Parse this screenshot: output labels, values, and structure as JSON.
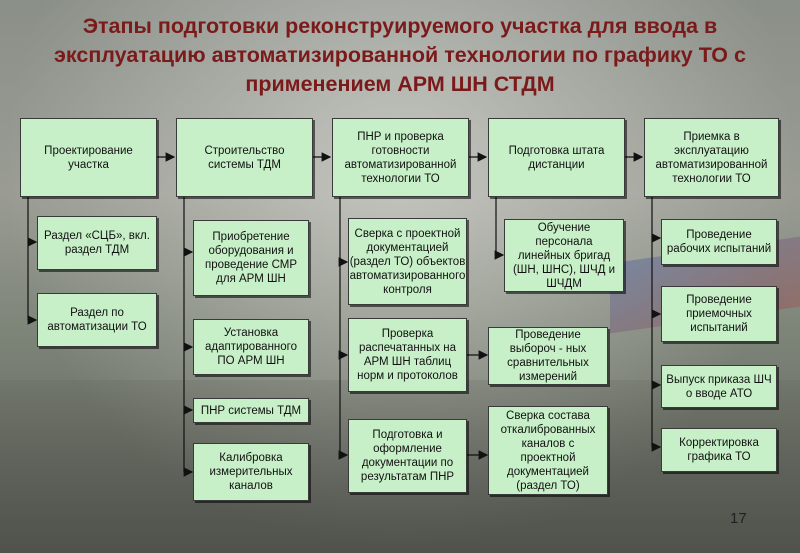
{
  "title": {
    "line1": "Этапы подготовки реконструируемого участка для ввода в",
    "line2": "эксплуатацию автоматизированной технологии по графику ТО с",
    "line3": "применением АРМ ШН СТДМ"
  },
  "stages": {
    "s1": "Проектирование участка",
    "s2": "Строительство системы ТДМ",
    "s3": "ПНР и проверка готовности автоматизированной технологии ТО",
    "s4": "Подготовка штата дистанции",
    "s5": "Приемка в эксплуатацию автоматизированной технологии ТО"
  },
  "col1": {
    "a": "Раздел «СЦБ», вкл. раздел ТДМ",
    "b": "Раздел по автоматизации ТО"
  },
  "col2": {
    "a": "Приобретение оборудования и проведение СМР для АРМ ШН",
    "b": "Установка адаптированного ПО АРМ ШН",
    "c": "ПНР системы ТДМ",
    "d": "Калибровка измерительных каналов"
  },
  "col3": {
    "a": "Сверка с проектной документацией (раздел ТО) объектов автоматизированного контроля",
    "b": "Проверка распечатанных на АРМ ШН таблиц норм и протоколов",
    "c": "Подготовка и оформление документации по результатам ПНР"
  },
  "col4": {
    "a": "Обучение персонала линейных бригад (ШН, ШНС), ШЧД и ШЧДМ",
    "b": "Проведение выбороч - ных сравнительных измерений",
    "c": "Сверка состава откалиброванных каналов с проектной документацией (раздел ТО)"
  },
  "col5": {
    "a": "Проведение рабочих испытаний",
    "b": "Проведение приемочных испытаний",
    "c": "Выпуск приказа ШЧ о вводе АТО",
    "d": "Корректировка графика ТО"
  },
  "page_number": "17",
  "colors": {
    "box_fill": "#c8f0c8",
    "title": "#7a1a1a"
  }
}
